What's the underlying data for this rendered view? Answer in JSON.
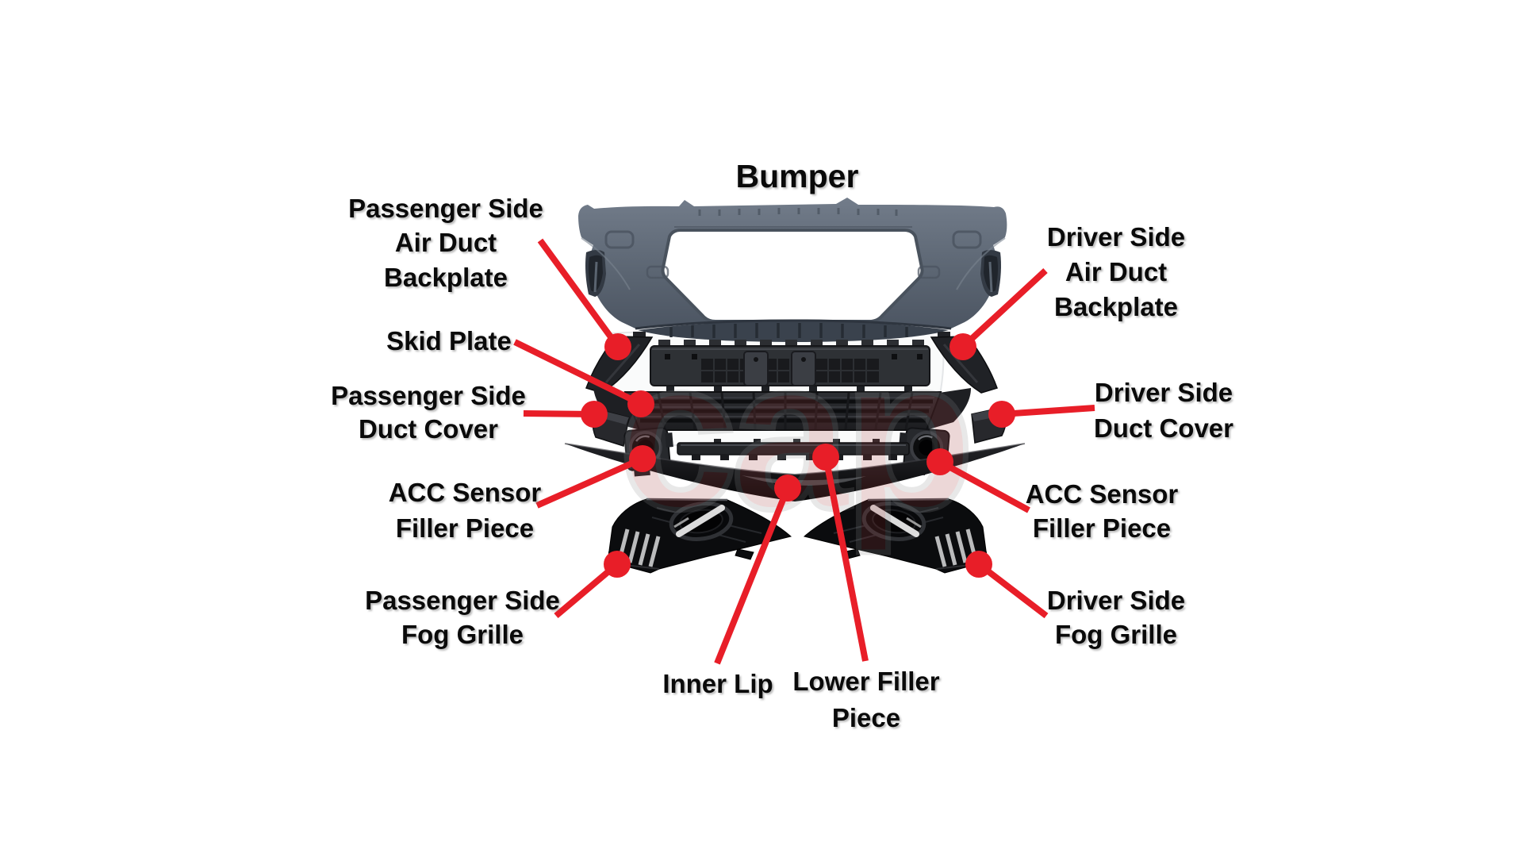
{
  "title": "Bumper",
  "watermark": "cap",
  "colors": {
    "callout": "#e81e28",
    "label_text": "#0a0a0a",
    "bumper_gray": "#5f6977",
    "part_black": "#1a1b1d",
    "watermark_red": "#a33b3b"
  },
  "labels": {
    "passenger_air_duct_backplate": [
      "Passenger Side",
      "Air Duct",
      "Backplate"
    ],
    "skid_plate": [
      "Skid Plate"
    ],
    "passenger_duct_cover": [
      "Passenger Side",
      "Duct Cover"
    ],
    "passenger_acc_sensor": [
      "ACC Sensor",
      "Filler Piece"
    ],
    "passenger_fog_grille": [
      "Passenger Side",
      "Fog Grille"
    ],
    "driver_air_duct_backplate": [
      "Driver Side",
      "Air Duct",
      "Backplate"
    ],
    "driver_duct_cover": [
      "Driver Side",
      "Duct Cover"
    ],
    "driver_acc_sensor": [
      "ACC Sensor",
      "Filler Piece"
    ],
    "driver_fog_grille": [
      "Driver Side",
      "Fog Grille"
    ],
    "inner_lip": [
      "Inner Lip"
    ],
    "lower_filler_piece": [
      "Lower Filler",
      "Piece"
    ]
  }
}
